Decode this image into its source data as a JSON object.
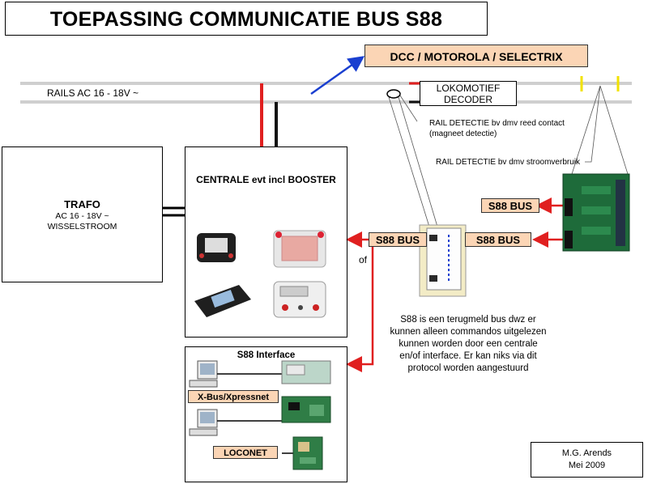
{
  "title": "TOEPASSING COMMUNICATIE BUS S88",
  "dcc_label": "DCC / MOTOROLA / SELECTRIX",
  "rails_label": "RAILS AC 16 - 18V ~",
  "lok_decoder": [
    "LOKOMOTIEF",
    "DECODER"
  ],
  "rail_detect_reed": [
    "RAIL DETECTIE bv dmv reed contact",
    "(magneet detectie)"
  ],
  "rail_detect_current": "RAIL DETECTIE bv dmv stroomverbruik",
  "trafo": {
    "title": "TRAFO",
    "lines": [
      "AC 16 - 18V ~",
      "WISSELSTROOM"
    ]
  },
  "central_title": "CENTRALE evt incl BOOSTER",
  "s88_bus_label": "S88 BUS",
  "of_label": "of",
  "s88_interface": {
    "title": "S88 Interface",
    "xbus": "X-Bus/Xpressnet",
    "loconet": "LOCONET"
  },
  "note": "S88 is een terugmeld bus dwz er kunnen alleen commandos uitgelezen kunnen worden door een centrale en/of interface. Er kan niks via dit protocol worden aangestuurd",
  "author": {
    "name": "M.G. Arends",
    "date": "Mei 2009"
  },
  "colors": {
    "accent_orange": "#fbd5b5",
    "arrow_red": "#e02020",
    "arrow_blue": "#1a3fd0",
    "rail_gray": "#cccccc",
    "detect_yellow": "#f2e200",
    "board_green": "#1e6b3a"
  }
}
